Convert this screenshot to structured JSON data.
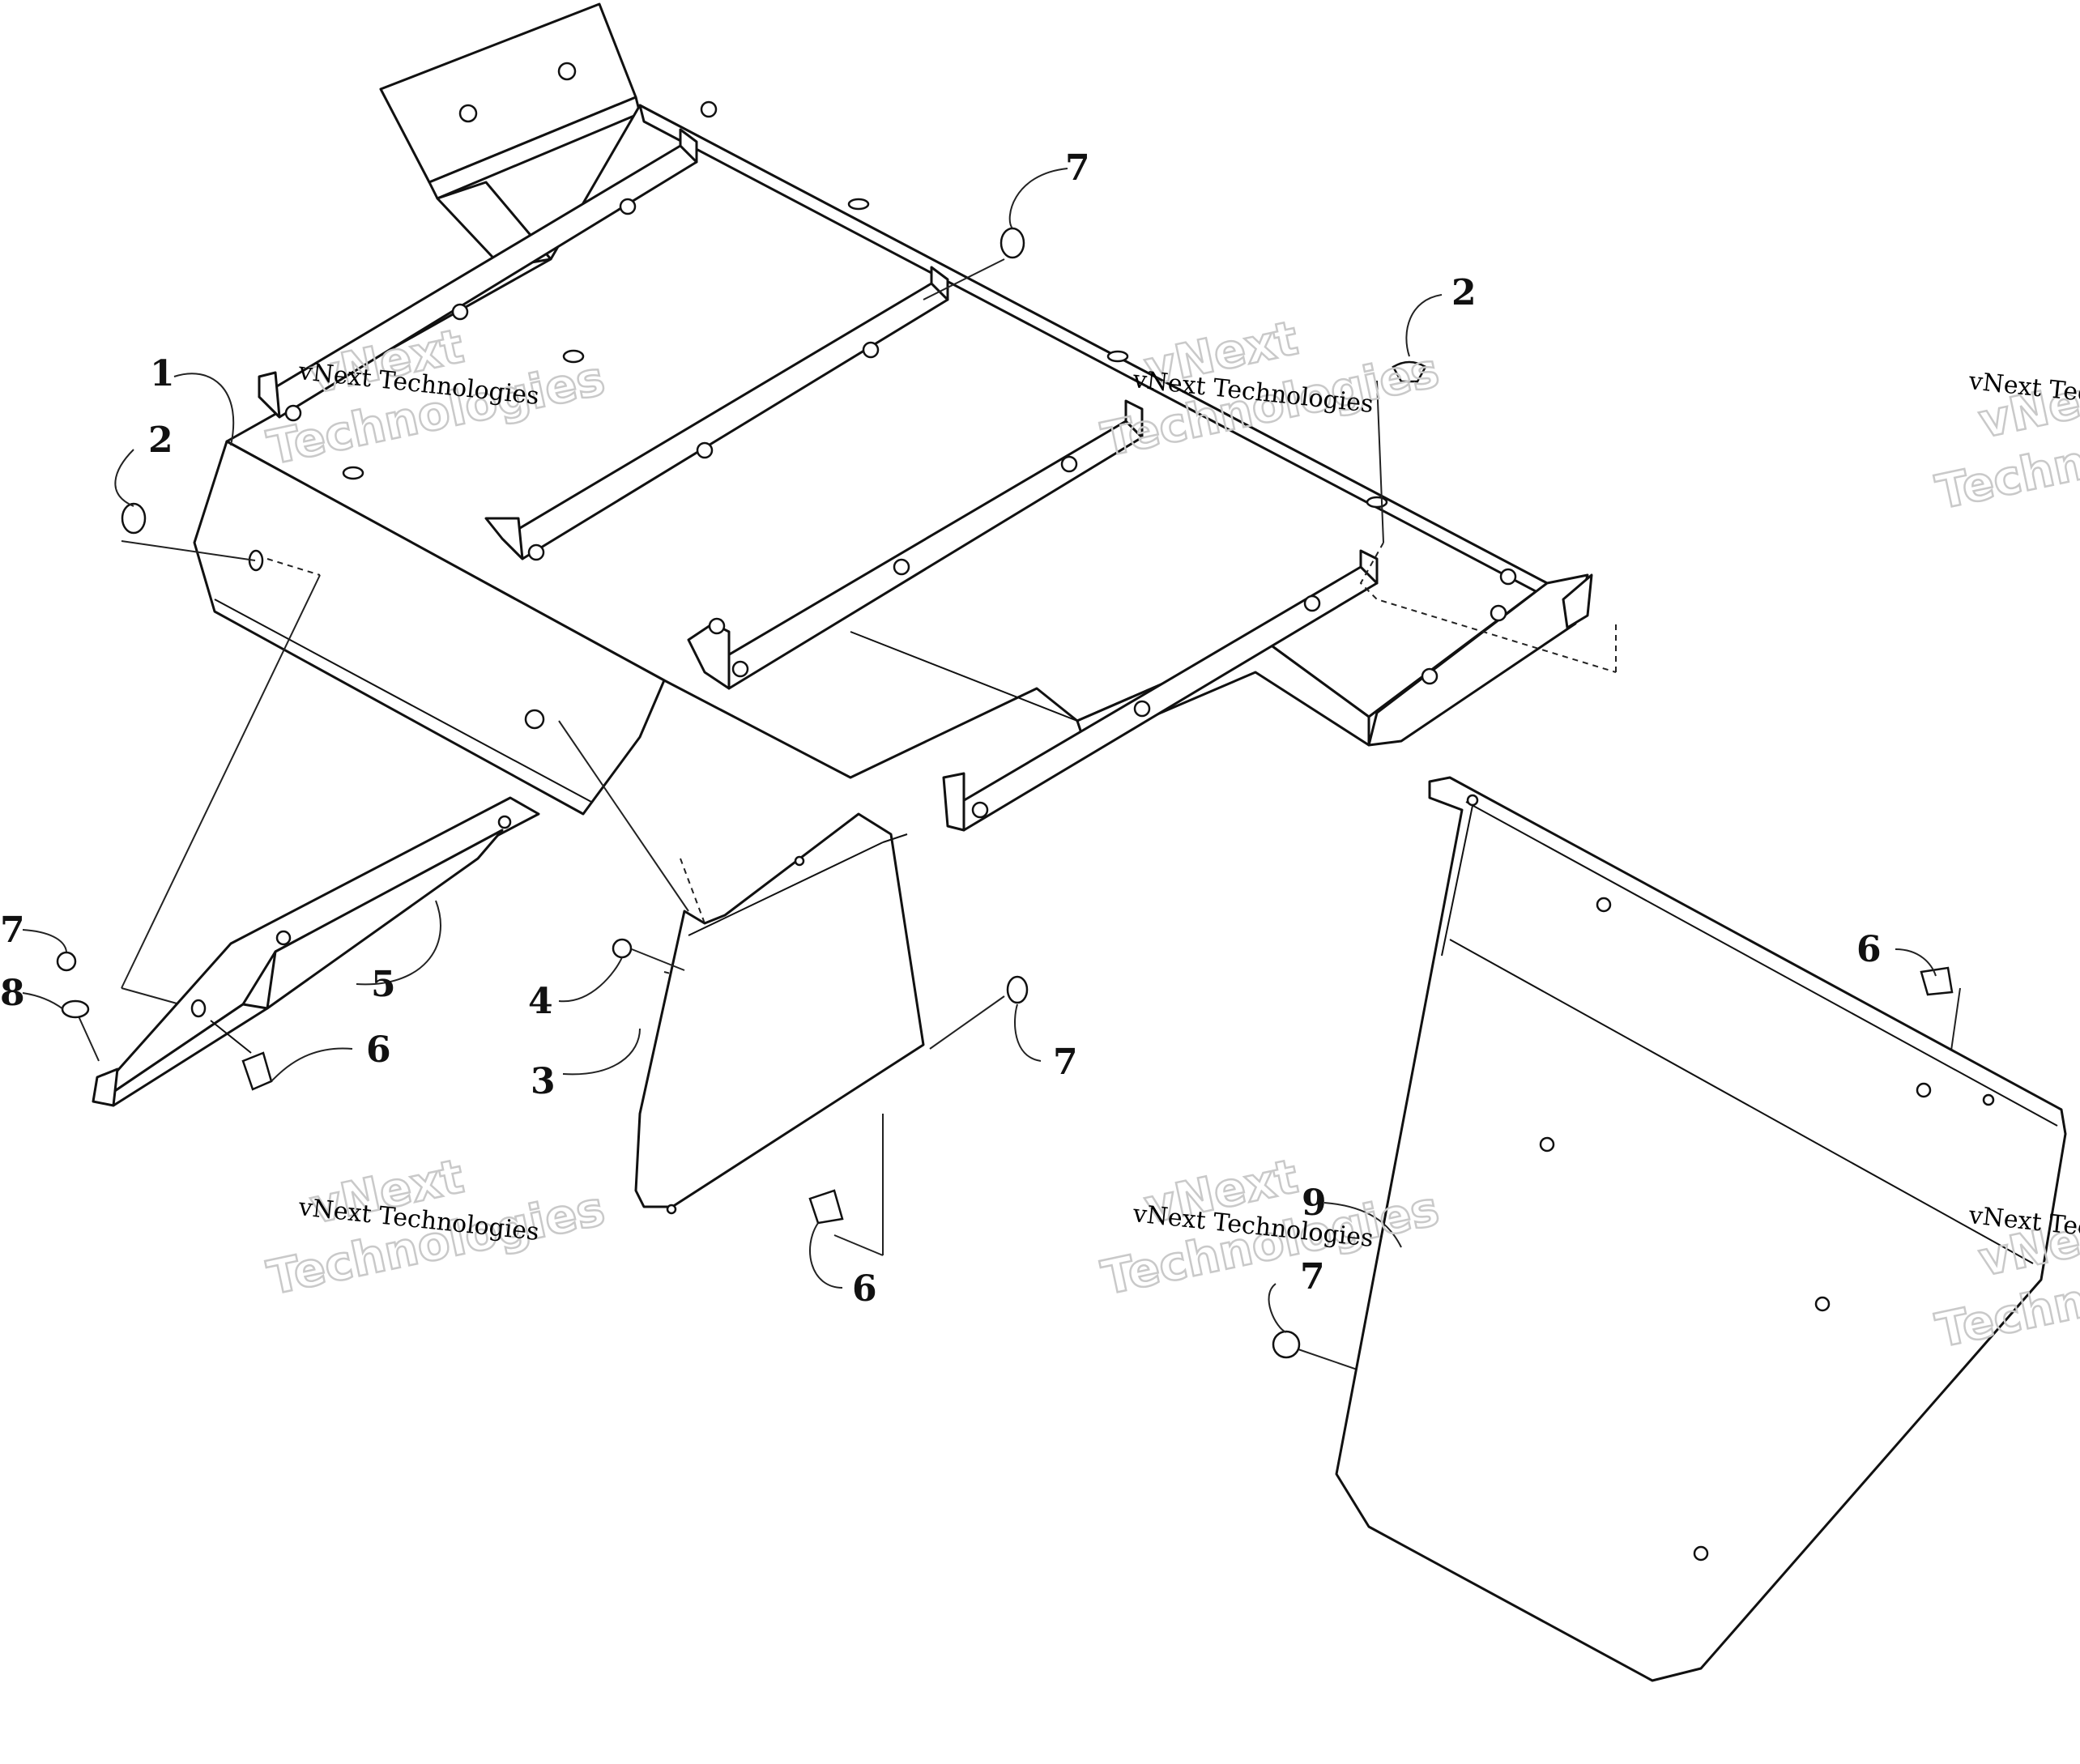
{
  "watermark": {
    "company": "vNext Technologies",
    "word1": "vNext",
    "word2": "Technologies"
  },
  "callouts": {
    "c1": "1",
    "c2a": "2",
    "c2b": "2",
    "c3": "3",
    "c4": "4",
    "c5": "5",
    "c6a": "6",
    "c6b": "6",
    "c6c": "6",
    "c7a": "7",
    "c7b": "7",
    "c7c": "7",
    "c7d": "7",
    "c8": "8",
    "c9": "9"
  },
  "colors": {
    "line": "#111111",
    "watermark_outline": "#c9c9c9",
    "background": "#ffffff"
  }
}
